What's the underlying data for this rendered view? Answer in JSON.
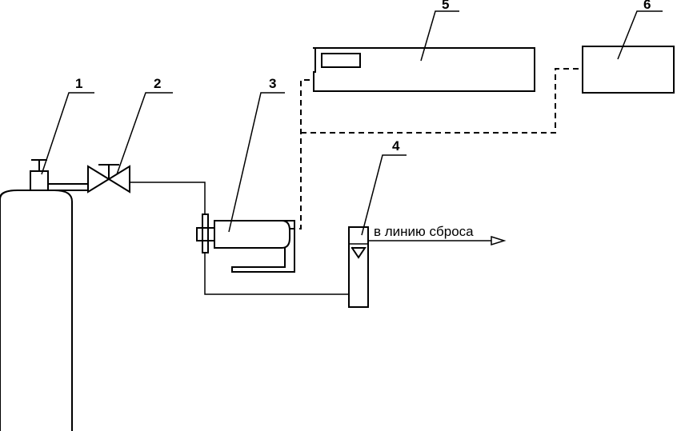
{
  "labels": {
    "cylinder": "1",
    "valve": "2",
    "sensor": "3",
    "flowmeter": "4",
    "analyzer": "5",
    "recorder": "6"
  },
  "outlet_text": "в линию сброса"
}
